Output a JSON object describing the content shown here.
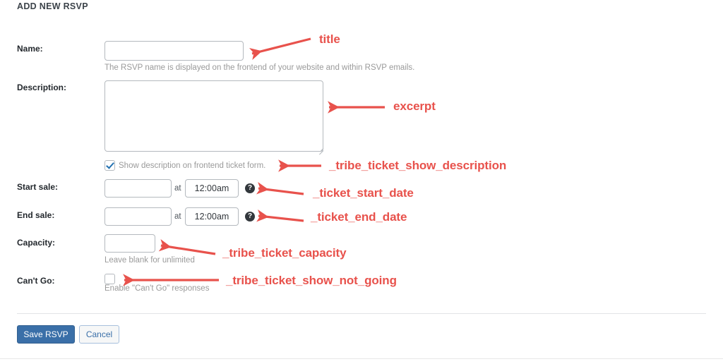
{
  "page": {
    "title": "ADD NEW RSVP"
  },
  "form": {
    "rows": [
      {
        "label": "Name:",
        "value": "",
        "placeholder": "",
        "help": "The RSVP name is displayed on the frontend of your website and within RSVP emails."
      },
      {
        "label": "Description:",
        "value": "",
        "placeholder": "",
        "checkbox_label": "Show description on frontend ticket form.",
        "checkbox_checked": "checked"
      },
      {
        "label": "Start sale:",
        "date_value": "",
        "at_word": "at",
        "time_value": "12:00am",
        "help_icon": "question-mark"
      },
      {
        "label": "End sale:",
        "date_value": "",
        "at_word": "at",
        "time_value": "12:00am",
        "help_icon": "question-mark"
      },
      {
        "label": "Capacity:",
        "value": "",
        "help": "Leave blank for unlimited"
      },
      {
        "label": "Can't Go:",
        "checkbox_checked": "",
        "checkbox_label": "Enable \"Can't Go\" responses"
      }
    ]
  },
  "actions": {
    "save_label": "Save RSVP",
    "cancel_label": "Cancel"
  },
  "annotations": {
    "color": "#e8524c",
    "items": [
      {
        "text": "title"
      },
      {
        "text": "excerpt"
      },
      {
        "text": "_tribe_ticket_show_description"
      },
      {
        "text": "_ticket_start_date"
      },
      {
        "text": "_ticket_end_date"
      },
      {
        "text": "_tribe_ticket_capacity"
      },
      {
        "text": "_tribe_ticket_show_not_going"
      }
    ]
  }
}
